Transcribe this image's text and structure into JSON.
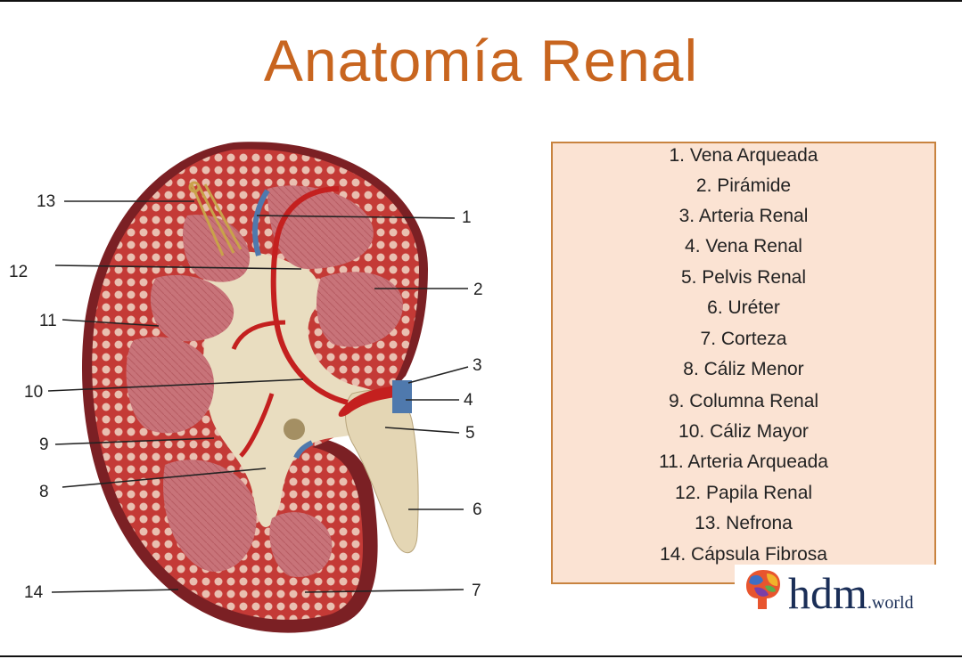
{
  "title": "Anatomía Renal",
  "callout_numbers": [
    "1",
    "2",
    "3",
    "4",
    "5",
    "6",
    "7",
    "8",
    "9",
    "10",
    "11",
    "12",
    "13",
    "14"
  ],
  "legend": [
    "1. Vena Arqueada",
    "2. Pirámide",
    "3. Arteria Renal",
    "4. Vena Renal",
    "5. Pelvis Renal",
    "6. Uréter",
    "7. Corteza",
    "8. Cáliz Menor",
    "9. Columna Renal",
    "10. Cáliz Mayor",
    "11. Arteria Arqueada",
    "12. Papila Renal",
    "13. Nefrona",
    "14. Cápsula Fibrosa"
  ],
  "logo": {
    "name": "hdm",
    "suffix": ".world"
  },
  "colors": {
    "title": "#c8651f",
    "legend_bg": "#fbe3d3",
    "legend_border": "#c8833f",
    "logo_text": "#1a2e57"
  }
}
